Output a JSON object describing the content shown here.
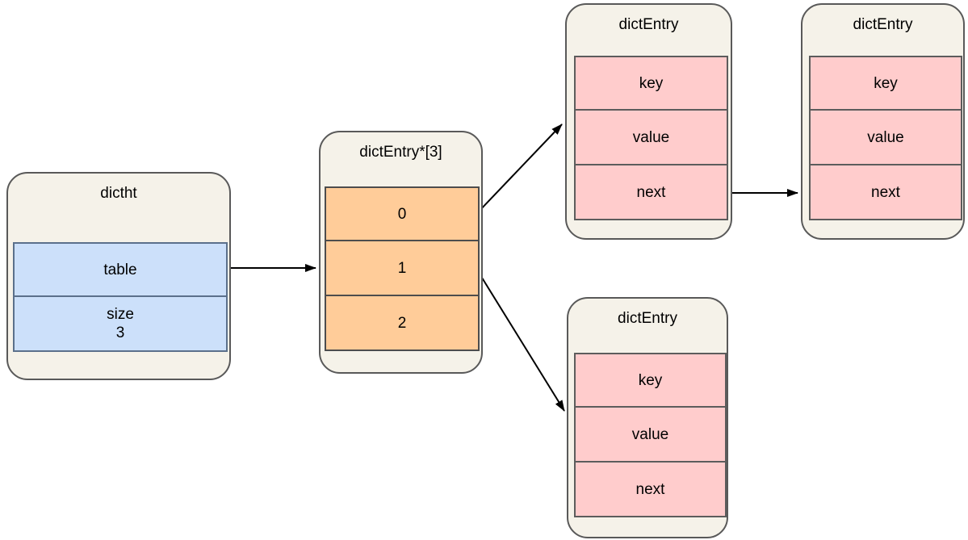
{
  "diagram_title": "",
  "colors": {
    "canvas_background": "#ffffff",
    "container_fill": "#f5f2e9",
    "container_border": "#595959",
    "blue_cell_fill": "#cce0fa",
    "blue_cell_border": "#5b708b",
    "orange_cell_fill": "#ffcc99",
    "orange_cell_border": "#4d4d4d",
    "pink_cell_fill": "#ffcccc",
    "pink_cell_border": "#5c5c5c",
    "arrow": "#000000",
    "text": "#000000"
  },
  "nodes": {
    "dictht": {
      "title": "dictht",
      "cells": [
        {
          "lines": [
            "table"
          ]
        },
        {
          "lines": [
            "size",
            "3"
          ]
        }
      ]
    },
    "bucket_array": {
      "title": "dictEntry*[3]",
      "cells": [
        {
          "lines": [
            "0"
          ]
        },
        {
          "lines": [
            "1"
          ]
        },
        {
          "lines": [
            "2"
          ]
        }
      ]
    },
    "entry_top_left": {
      "title": "dictEntry",
      "cells": [
        {
          "lines": [
            "key"
          ]
        },
        {
          "lines": [
            "value"
          ]
        },
        {
          "lines": [
            "next"
          ]
        }
      ]
    },
    "entry_top_right": {
      "title": "dictEntry",
      "cells": [
        {
          "lines": [
            "key"
          ]
        },
        {
          "lines": [
            "value"
          ]
        },
        {
          "lines": [
            "next"
          ]
        }
      ]
    },
    "entry_bottom": {
      "title": "dictEntry",
      "cells": [
        {
          "lines": [
            "key"
          ]
        },
        {
          "lines": [
            "value"
          ]
        },
        {
          "lines": [
            "next"
          ]
        }
      ]
    }
  },
  "edges": [
    {
      "from": "dictht.table",
      "to": "bucket_array"
    },
    {
      "from": "bucket_array.0",
      "to": "entry_top_left"
    },
    {
      "from": "bucket_array.1",
      "to": "entry_bottom"
    },
    {
      "from": "entry_top_left.next",
      "to": "entry_top_right"
    }
  ]
}
